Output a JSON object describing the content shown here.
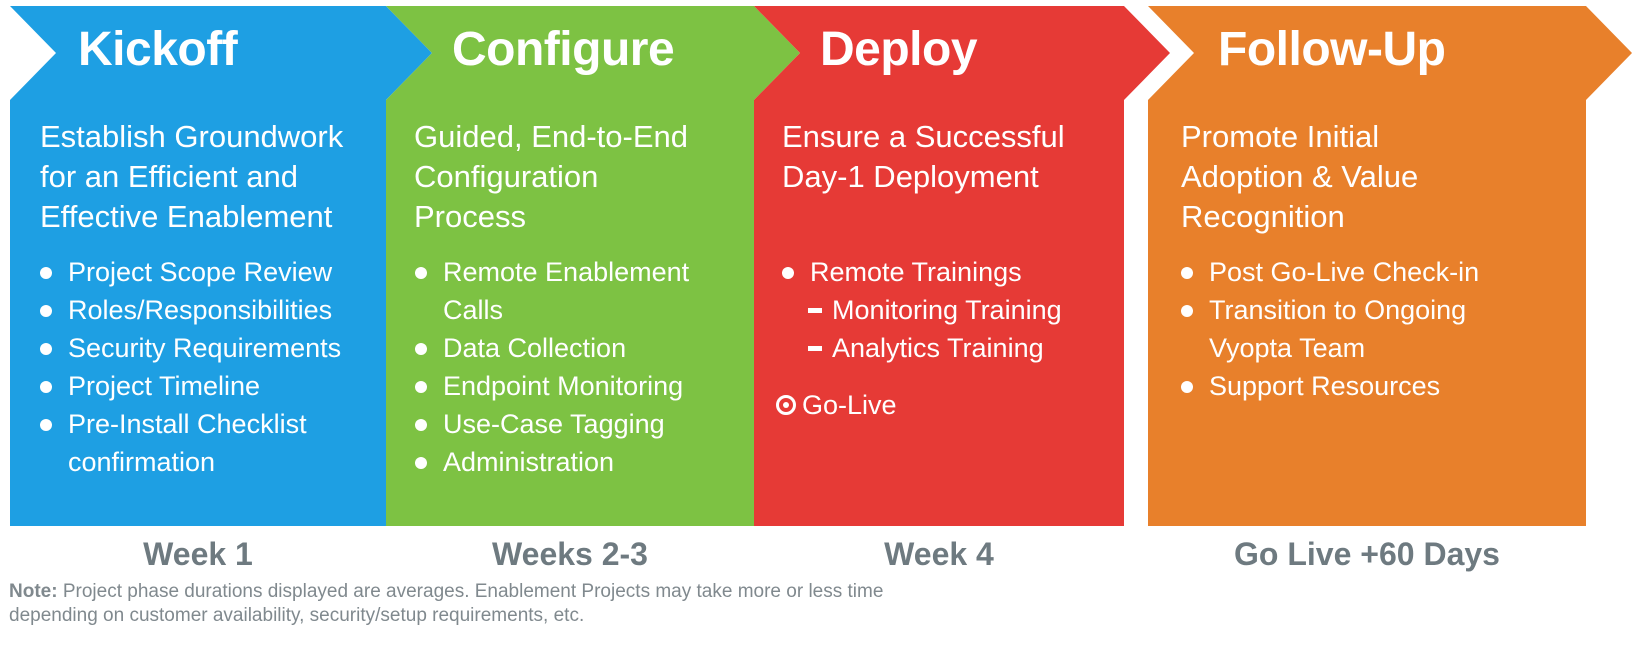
{
  "colors": {
    "kickoff": "#1e9fe3",
    "configure": "#7dc243",
    "deploy": "#e63a36",
    "followup": "#e8802b",
    "duration_text": "#6e7a80",
    "note_text": "#80898e"
  },
  "phases": [
    {
      "title": "Kickoff",
      "subtitle": [
        "Establish Groundwork",
        "for an Efficient and",
        "Effective Enablement"
      ],
      "items": [
        "Project Scope Review",
        "Roles/Responsibilities",
        "Security Requirements",
        "Project Timeline",
        "Pre-Install Checklist",
        "confirmation"
      ],
      "duration": "Week 1"
    },
    {
      "title": "Configure",
      "subtitle": [
        "Guided, End-to-End",
        "Configuration",
        "Process"
      ],
      "items": [
        "Remote Enablement",
        "Calls",
        "Data Collection",
        "Endpoint Monitoring",
        "Use-Case Tagging",
        "Administration"
      ],
      "duration": "Weeks 2-3"
    },
    {
      "title": "Deploy",
      "subtitle": [
        "Ensure a Successful",
        "Day-1 Deployment"
      ],
      "items": [
        "Remote Trainings",
        "Monitoring Training",
        "Analytics Training"
      ],
      "milestone": "Go-Live",
      "duration": "Week 4"
    },
    {
      "title": "Follow-Up",
      "subtitle": [
        "Promote Initial",
        "Adoption & Value",
        "Recognition"
      ],
      "items": [
        "Post Go-Live Check-in",
        "Transition to Ongoing",
        "Vyopta Team",
        "Support Resources"
      ],
      "duration": "Go Live +60 Days"
    }
  ],
  "note": {
    "label": "Note:",
    "text": " Project phase durations displayed are averages. Enablement Projects may take more or less time depending on customer availability, security/setup requirements, etc."
  }
}
